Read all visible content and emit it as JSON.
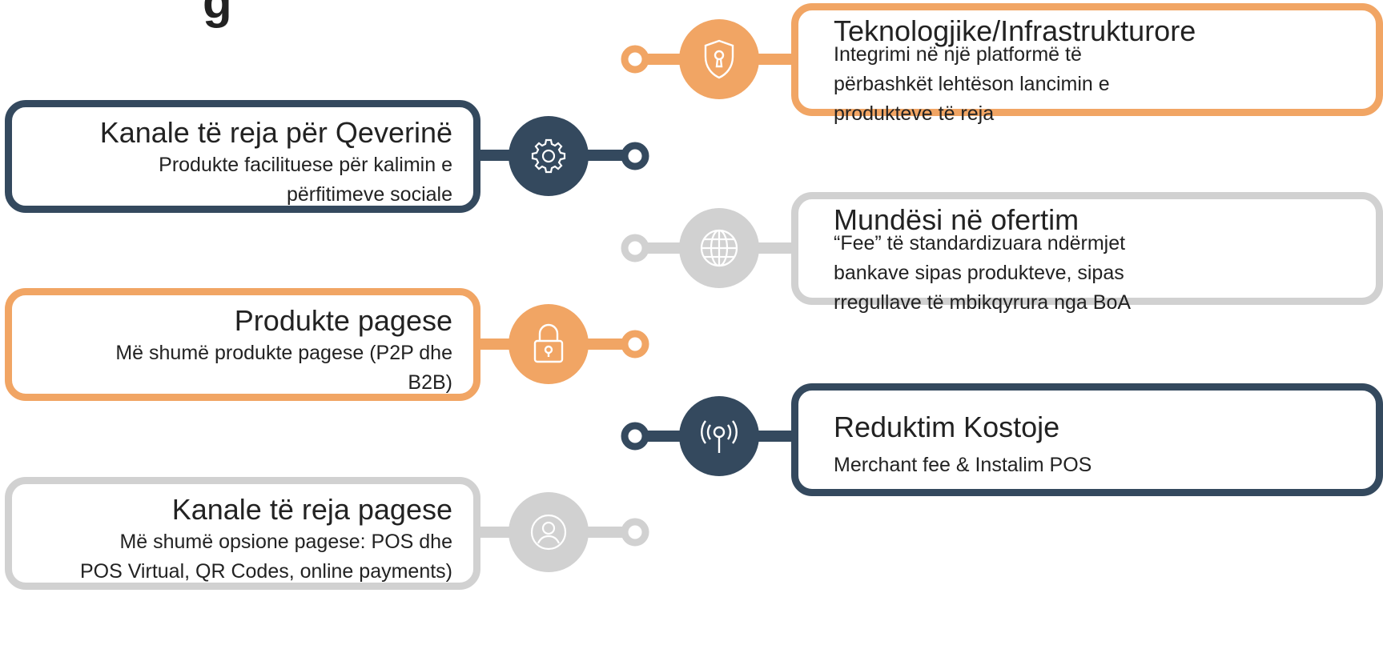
{
  "colors": {
    "navy": "#34495e",
    "orange": "#f1a564",
    "grey": "#d1d1d1"
  },
  "top_fragment": "g",
  "cards": {
    "kanale_qeverine": {
      "title": "Kanale të reja për Qeverinë",
      "lines": [
        "Produkte facilituese për kalimin e",
        "përfitimeve sociale"
      ],
      "color": "navy",
      "icon": "gear-icon"
    },
    "produkte_pagese": {
      "title": "Produkte pagese",
      "lines": [
        "Më shumë produkte pagese (P2P dhe",
        "B2B)"
      ],
      "color": "orange",
      "icon": "padlock-icon"
    },
    "kanale_pagese": {
      "title": "Kanale të reja pagese",
      "lines": [
        "Më shumë opsione pagese: POS dhe",
        "POS Virtual, QR Codes, online payments)"
      ],
      "color": "grey",
      "icon": "user-icon"
    },
    "teknologjike": {
      "title": "Teknologjike/Infrastrukturore",
      "lines": [
        "Integrimi në një platformë të",
        "përbashkët lehtëson lancimin e",
        "produkteve të reja"
      ],
      "color": "orange",
      "icon": "shield-keyhole-icon"
    },
    "ofertim": {
      "title": "Mundësi në ofertim",
      "lines": [
        "“Fee” të standardizuara ndërmjet",
        "bankave sipas produkteve, sipas",
        "rregullave të mbikqyrura nga BoA"
      ],
      "color": "grey",
      "icon": "globe-icon"
    },
    "reduktim": {
      "title": "Reduktim Kostoje",
      "lines": [
        "Merchant fee & Instalim POS"
      ],
      "color": "navy",
      "icon": "signal-icon"
    }
  }
}
